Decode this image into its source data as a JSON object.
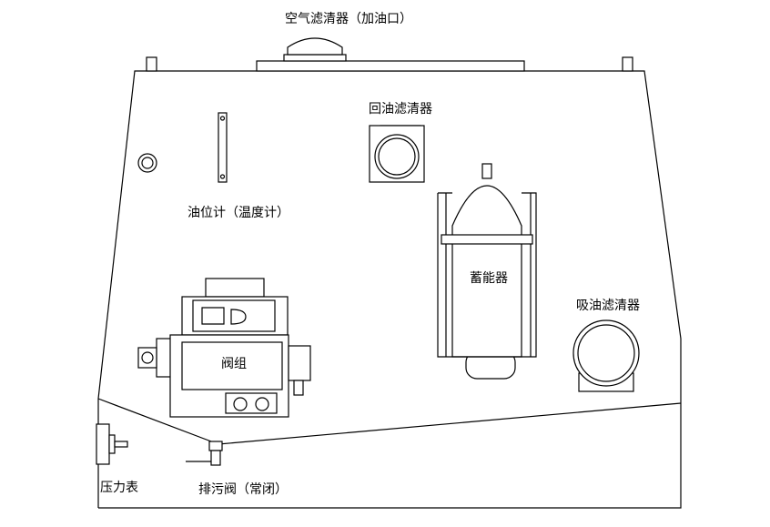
{
  "labels": {
    "air_filter": "空气滤清器（加油口）",
    "return_filter": "回油滤清器",
    "oil_level": "油位计（温度计）",
    "accumulator": "蓄能器",
    "suction_filter": "吸油滤清器",
    "valve_group": "阀组",
    "pressure_gauge": "压力表",
    "drain_valve": "排污阀（常闭）"
  },
  "colors": {
    "line": "#000000",
    "background": "#ffffff"
  }
}
